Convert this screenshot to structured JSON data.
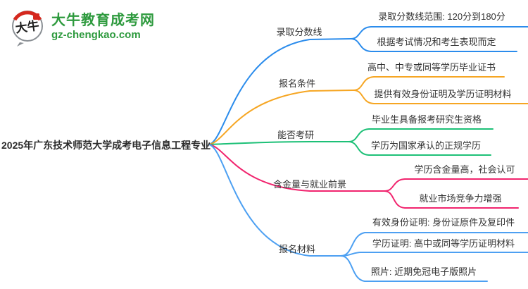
{
  "logo": {
    "icon_text": "大牛",
    "site_name": "大牛教育成考网",
    "site_url": "gz-chengkao.com",
    "brand_green": "#2e9a3e",
    "seal_red": "#d5281e"
  },
  "mindmap": {
    "root": "2025年广东技术师范大学成考电子信息工程专业",
    "branches": [
      {
        "label": "录取分数线",
        "color": "#2b8cec",
        "leaves": [
          "录取分数线范围: 120分到180分",
          "根据考试情况和考生表现而定"
        ]
      },
      {
        "label": "报名条件",
        "color": "#f6a623",
        "leaves": [
          "高中、中专或同等学历毕业证书",
          "提供有效身份证明及学历证明材料"
        ]
      },
      {
        "label": "能否考研",
        "color": "#1dc077",
        "leaves": [
          "毕业生具备报考研究生资格",
          "学历为国家承认的正规学历"
        ]
      },
      {
        "label": "含金量与就业前景",
        "color": "#f1246e",
        "leaves": [
          "学历含金量高，社会认可",
          "就业市场竞争力增强"
        ]
      },
      {
        "label": "报名材料",
        "color": "#4da0f2",
        "leaves": [
          "有效身份证明: 身份证原件及复印件",
          "学历证明: 高中或同等学历证明材料",
          "照片: 近期免冠电子版照片"
        ]
      }
    ]
  }
}
